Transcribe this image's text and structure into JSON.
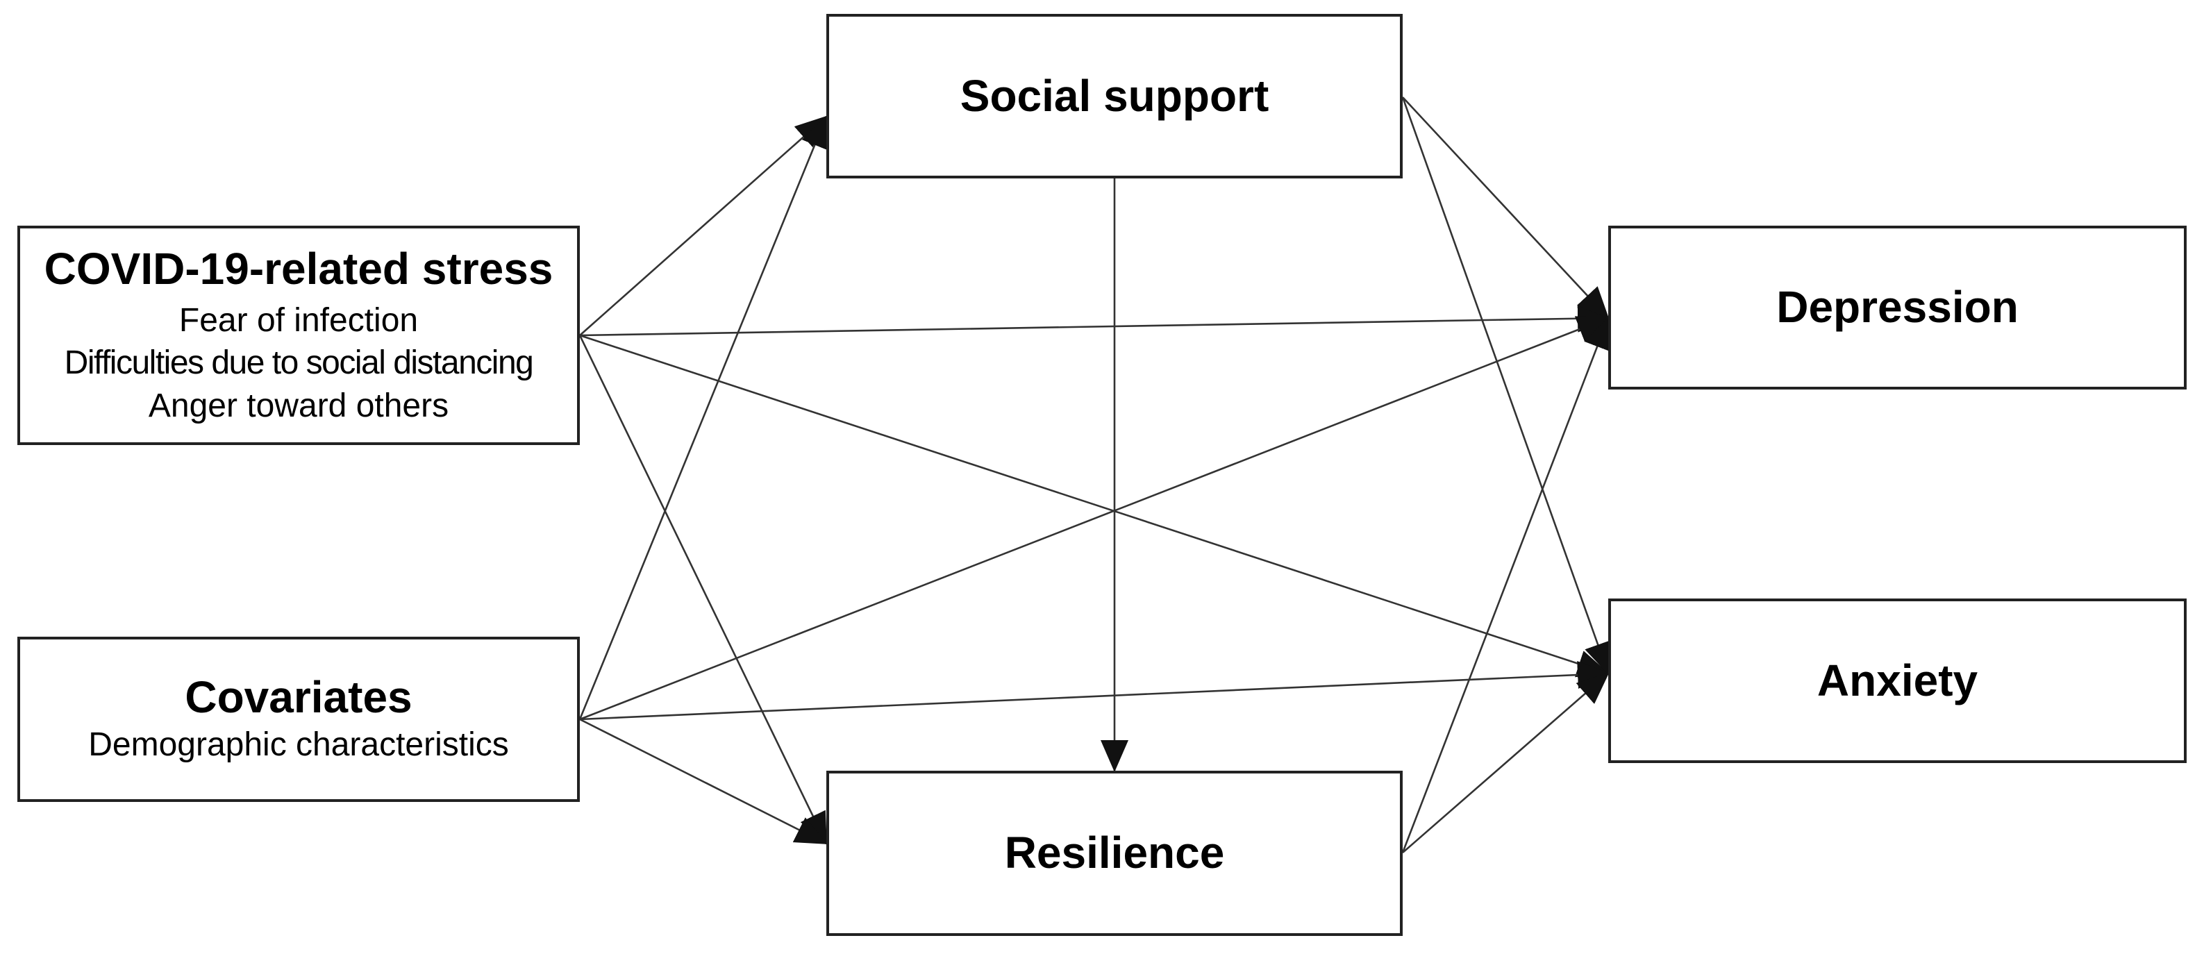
{
  "nodes": {
    "covid_stress": {
      "title": "COVID-19-related stress",
      "items": [
        "Fear of infection",
        "Difficulties due to social distancing",
        "Anger toward others"
      ]
    },
    "covariates": {
      "title": "Covariates",
      "items": [
        "Demographic characteristics"
      ]
    },
    "social_support": {
      "title": "Social support"
    },
    "resilience": {
      "title": "Resilience"
    },
    "depression": {
      "title": "Depression"
    },
    "anxiety": {
      "title": "Anxiety"
    }
  },
  "edges": [
    {
      "from": "covid_stress",
      "to": "social_support"
    },
    {
      "from": "covid_stress",
      "to": "resilience"
    },
    {
      "from": "covid_stress",
      "to": "depression"
    },
    {
      "from": "covid_stress",
      "to": "anxiety"
    },
    {
      "from": "covariates",
      "to": "social_support"
    },
    {
      "from": "covariates",
      "to": "resilience"
    },
    {
      "from": "covariates",
      "to": "depression"
    },
    {
      "from": "covariates",
      "to": "anxiety"
    },
    {
      "from": "social_support",
      "to": "resilience"
    },
    {
      "from": "social_support",
      "to": "depression"
    },
    {
      "from": "social_support",
      "to": "anxiety"
    },
    {
      "from": "resilience",
      "to": "depression"
    },
    {
      "from": "resilience",
      "to": "anxiety"
    }
  ],
  "colors": {
    "line": "#333333",
    "box_border": "#222222",
    "background": "#ffffff"
  }
}
